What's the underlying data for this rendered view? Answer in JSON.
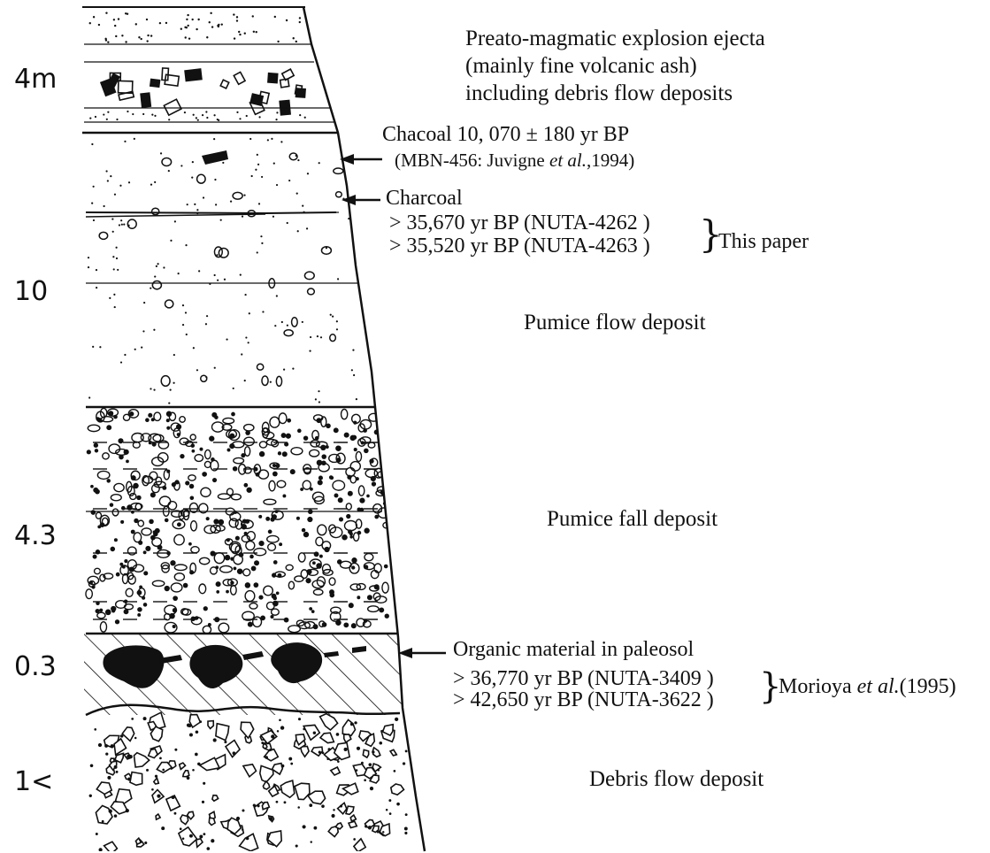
{
  "thickness_labels": [
    "4m",
    "10",
    "4.3",
    "0.3",
    "1<"
  ],
  "layers": {
    "phreatomagmatic": {
      "line1": "Preato-magmatic explosion ejecta",
      "line2": "(mainly fine volcanic ash)",
      "line3": "including debris flow deposits"
    },
    "pumice_flow": "Pumice flow deposit",
    "pumice_fall": "Pumice fall deposit",
    "debris_flow": "Debris flow deposit"
  },
  "dates": {
    "chacoal": {
      "title": "Chacoal  10, 070 ± 180 yr BP",
      "ref_prefix": "(MBN-456: Juvigne ",
      "ref_italic": "et al.",
      "ref_suffix": ",1994)"
    },
    "charcoal": {
      "title": "Charcoal",
      "line1": "> 35,670 yr BP  (NUTA-4262 )",
      "line2": "> 35,520 yr BP  (NUTA-4263 )",
      "source": "This paper"
    },
    "organic": {
      "title": "Organic material in paleosol",
      "line1": "> 36,770 yr BP  (NUTA-3409 )",
      "line2": "> 42,650 yr BP  (NUTA-3622 )",
      "source_prefix": "Morioya ",
      "source_italic": "et al.",
      "source_suffix": "(1995)"
    }
  },
  "colors": {
    "ink": "#111111",
    "paper": "#ffffff"
  }
}
